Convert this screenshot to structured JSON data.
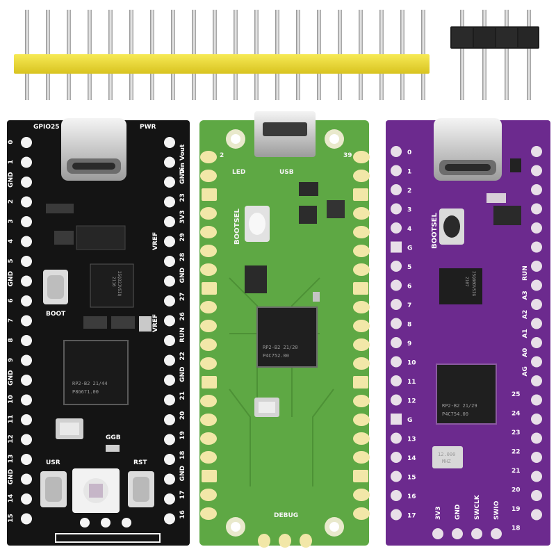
{
  "black_board": {
    "left_labels": [
      "0",
      "1",
      "GND",
      "2",
      "3",
      "4",
      "5",
      "GND",
      "6",
      "7",
      "8",
      "9",
      "GND",
      "10",
      "11",
      "12",
      "13",
      "GND",
      "14",
      "15"
    ],
    "right_labels": [
      "Vin Vout",
      "GND",
      "23",
      "3V3",
      "29",
      "28",
      "GND",
      "27",
      "26",
      "RUN",
      "22",
      "GND",
      "21",
      "20",
      "19",
      "18",
      "GND",
      "17",
      "16"
    ],
    "top_left_label": "GPIO25",
    "top_right_label": "PWR",
    "vref_labels": [
      "VREF",
      "VREF"
    ],
    "button_labels": [
      "BOOT",
      "USR",
      "RST"
    ],
    "rgb_label": "GGB",
    "chip_text": [
      "RP2-B2    21/44",
      "P8G671.00"
    ],
    "flash_text": [
      "25Q32JVSIQ",
      "2116"
    ]
  },
  "green_board": {
    "top_labels": [
      "2",
      "39"
    ],
    "led_label": "LED",
    "usb_label": "USB",
    "bootsel_label": "BOOTSEL",
    "debug_label": "DEBUG",
    "chip_text": [
      "RP2-B2    21/20",
      "P4C752.00"
    ]
  },
  "purple_board": {
    "left_labels": [
      "0",
      "1",
      "2",
      "3",
      "4",
      "G",
      "5",
      "6",
      "7",
      "8",
      "9",
      "10",
      "11",
      "12",
      "G",
      "13",
      "14",
      "15",
      "16",
      "17"
    ],
    "right_labels": [
      "RUN",
      "A3",
      "A2",
      "A1",
      "A0",
      "AG",
      "25",
      "24",
      "23",
      "22",
      "21",
      "20",
      "19",
      "18"
    ],
    "bottom_labels": [
      "3V3",
      "GND",
      "SWCLK",
      "SWIO"
    ],
    "bootsel_label": "BOOTSEL",
    "chip_text": [
      "RP2-B2    21/29",
      "P4C754.00"
    ],
    "flash_text": [
      "25Q80DVSIG",
      "2107"
    ],
    "crystal_text": [
      "12.000",
      "MHZ"
    ]
  },
  "colors": {
    "black_pcb": "#141414",
    "green_pcb": "#5ea844",
    "purple_pcb": "#6c2a8e",
    "header_plastic": "#f2e23a",
    "header_black": "#1c1c1c"
  }
}
